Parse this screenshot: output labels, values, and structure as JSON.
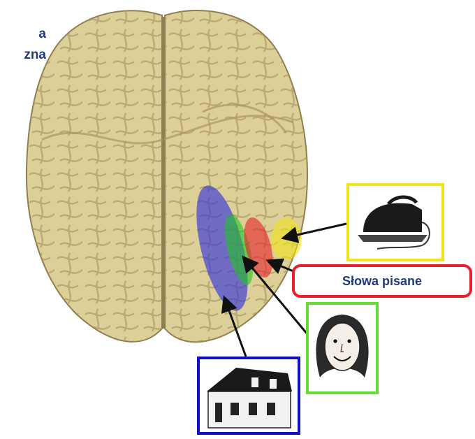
{
  "caption": {
    "line1": "a",
    "line2": "zna",
    "color": "#1f3b7a"
  },
  "word_label": {
    "text": "Słowa pisane",
    "text_color": "#1f3b7a",
    "border_color": "#e8202a"
  },
  "regions": [
    {
      "name": "houses",
      "color": "#2a2ae0",
      "frame_color": "#1010c8"
    },
    {
      "name": "faces",
      "color": "#22c422",
      "frame_color": "#66dd33"
    },
    {
      "name": "words",
      "color": "#e8202a",
      "frame_color": "#e8202a"
    },
    {
      "name": "objects",
      "color": "#f2e21a",
      "frame_color": "#f2e21a"
    }
  ],
  "icons": {
    "brain": "brain-illustration",
    "iron": "iron-icon",
    "face": "face-icon",
    "house": "house-icon"
  }
}
